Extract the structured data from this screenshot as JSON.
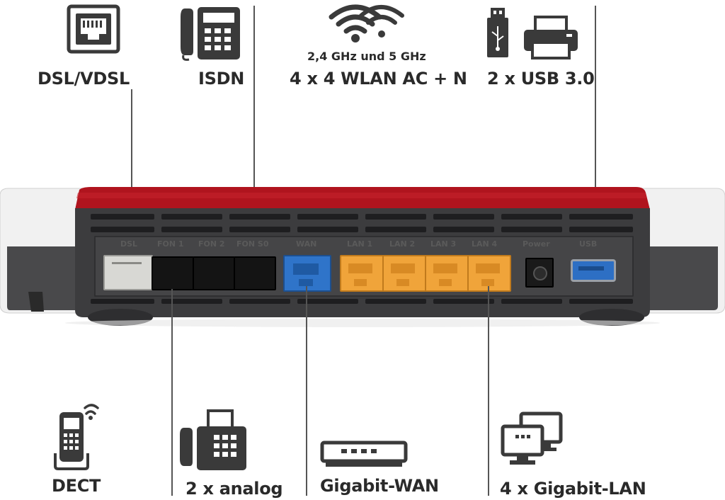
{
  "top_features": {
    "dsl": {
      "label": "DSL/VDSL",
      "icon": "rj45-socket-icon"
    },
    "isdn": {
      "label": "ISDN",
      "icon": "desk-phone-icon"
    },
    "wlan": {
      "sublabel": "2,4 GHz und 5 GHz",
      "label": "4 x 4 WLAN AC + N",
      "icon": "wifi-icon"
    },
    "usb": {
      "label": "2 x USB 3.0",
      "icons": [
        "usb-stick-icon",
        "printer-icon"
      ]
    }
  },
  "bottom_features": {
    "dect": {
      "label": "DECT",
      "icon": "cordless-phone-icon"
    },
    "analog": {
      "label": "2 x analog",
      "icon": "fax-phone-icon"
    },
    "wan": {
      "label": "Gigabit-WAN",
      "icon": "switch-box-icon"
    },
    "lan": {
      "label": "4 x Gigabit-LAN",
      "icon": "computers-icon"
    }
  },
  "router_ports": {
    "dsl": "DSL",
    "fon1": "FON 1",
    "fon2": "FON 2",
    "fon_s0": "FON S0",
    "wan": "WAN",
    "lan1": "LAN 1",
    "lan2": "LAN 2",
    "lan3": "LAN 3",
    "lan4": "LAN 4",
    "power": "Power",
    "usb": "USB"
  },
  "colors": {
    "router_red": "#b0141e",
    "router_body": "#3c3c3e",
    "wan_blue": "#2f74c9",
    "lan_orange": "#f0a43a",
    "dsl_grey": "#d8d8d4",
    "usb_blue": "#2d6fc4"
  }
}
